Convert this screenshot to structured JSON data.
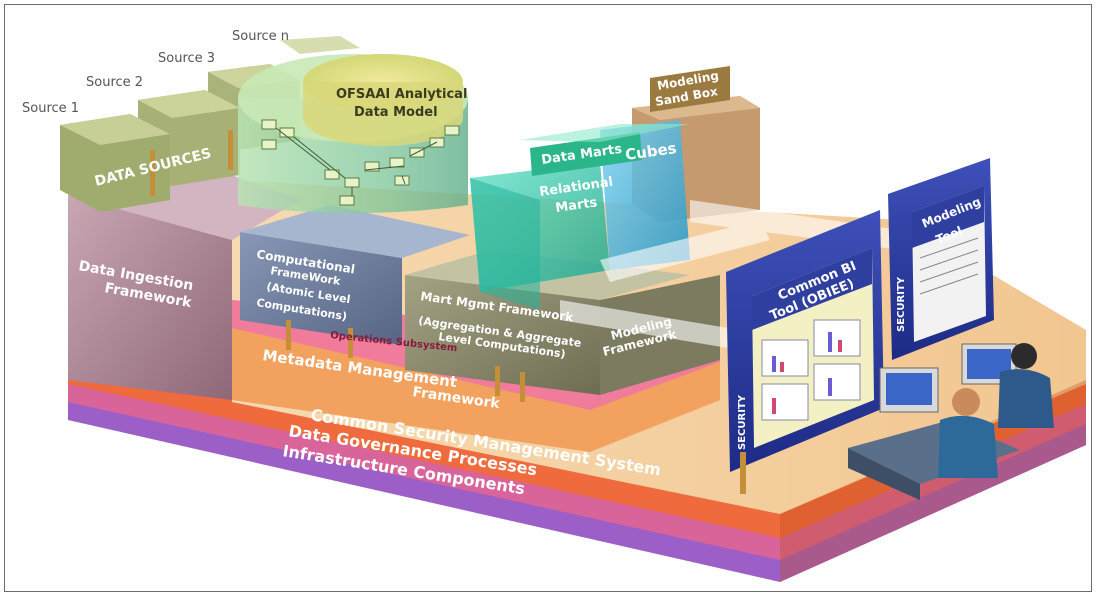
{
  "sources": {
    "s1": "Source 1",
    "s2": "Source 2",
    "s3": "Source 3",
    "sn": "Source n",
    "data_sources": "DATA SOURCES"
  },
  "analytical_model": {
    "line1": "OFSAAI Analytical",
    "line2": "Data Model"
  },
  "sandbox": {
    "line1": "Modeling",
    "line2": "Sand Box"
  },
  "marts": {
    "data_marts": "Data Marts",
    "cubes": "Cubes",
    "relational_line1": "Relational",
    "relational_line2": "Marts"
  },
  "frameworks": {
    "ingestion_line1": "Data Ingestion",
    "ingestion_line2": "Framework",
    "computational_line1": "Computational",
    "computational_line2": "FrameWork",
    "computational_line3": "(Atomic Level",
    "computational_line4": "Computations)",
    "mart_mgmt_line1": "Mart Mgmt Framework",
    "mart_mgmt_line2": "(Aggregation & Aggregate",
    "mart_mgmt_line3": "Level Computations)",
    "modeling_line1": "Modeling",
    "modeling_line2": "Framework"
  },
  "layers": {
    "operations": "Operations Subsystem",
    "metadata_line1": "Metadata Management",
    "metadata_line2": "Framework",
    "security": "Common Security Management System",
    "governance": "Data Governance Processes",
    "infrastructure": "Infrastructure Components"
  },
  "tools": {
    "bi_line1": "Common BI",
    "bi_line2": "Tool (OBIEE)",
    "modeling_line1": "Modeling",
    "modeling_line2": "Tool",
    "security_label": "SECURITY"
  },
  "colors": {
    "infrastructure": "#9b5fc7",
    "governance": "#d8649a",
    "security": "#ef6a3c",
    "metadata": "#f2b06a",
    "operations": "#f07b9a",
    "ingestion": "#b98e9e",
    "computational": "#6f7f9a",
    "mart_mgmt": "#8b8a6c",
    "mart_cube": "#3cc8b0",
    "panel": "#2a3a9a"
  }
}
